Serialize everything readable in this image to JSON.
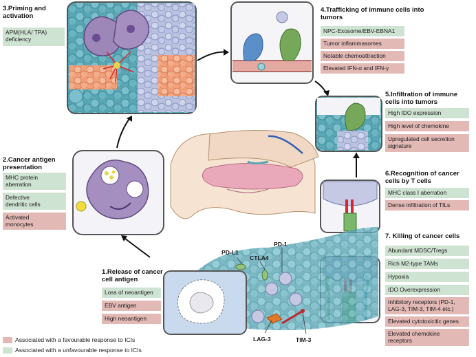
{
  "colors": {
    "favourable": "#e3b9b6",
    "unfavourable": "#cfe3d3"
  },
  "s3": {
    "title_1": "3.Priming and",
    "title_2": "activation",
    "items": [
      {
        "text": "APM(HLA/ TPA)",
        "text2": "deficiency",
        "type": "unfavourable"
      }
    ]
  },
  "s4": {
    "title_1": "4.Trafficking of immune cells into",
    "title_2": "tumors",
    "items": [
      {
        "text": "NPC-Exosome/EBV-EBNA1",
        "type": "unfavourable"
      },
      {
        "text": "Tumor inflammasomes",
        "type": "favourable"
      },
      {
        "text": "Notable chemoattraction",
        "type": "favourable"
      },
      {
        "text": "Elevated IFN-α and IFN-γ",
        "type": "favourable"
      }
    ]
  },
  "s5": {
    "title_1": "5.Infiltration of immune",
    "title_2": "cells into tumors",
    "items": [
      {
        "text": "High IDO expression",
        "type": "unfavourable"
      },
      {
        "text": "High level of chemokine",
        "type": "favourable"
      },
      {
        "text": "Upregulated cell secretion",
        "text2": "signature",
        "type": "favourable"
      }
    ]
  },
  "s2": {
    "title_1": "2.Cancer antigen",
    "title_2": "presentation",
    "items": [
      {
        "text": "MHC protein",
        "text2": "aberration",
        "type": "unfavourable"
      },
      {
        "text": "Defective",
        "text2": "dendritic cells",
        "type": "unfavourable"
      },
      {
        "text": "Activated",
        "text2": "monocytes",
        "type": "favourable"
      }
    ]
  },
  "s6": {
    "title_1": "6.Recognition of cancer",
    "title_2": "cells by T cells",
    "items": [
      {
        "text": "MHC class I aberration",
        "type": "unfavourable"
      },
      {
        "text": "Dense infiltration of TILs",
        "type": "favourable"
      }
    ]
  },
  "s7": {
    "title_1": "7. Killing of cancer cells",
    "items": [
      {
        "text": "Abundant MDSC/Tregs",
        "type": "unfavourable"
      },
      {
        "text": "Rich M2-type TAMs",
        "type": "unfavourable"
      },
      {
        "text": "Hypoxia",
        "type": "unfavourable"
      },
      {
        "text": "IDO Overexpression",
        "type": "unfavourable"
      },
      {
        "text": "Inhibitory receptors (PD-1,",
        "text2": "LAG-3, TIM-3, TIM-4 etc.)",
        "type": "favourable"
      },
      {
        "text": "Elevated cytotoxicitic genes",
        "type": "favourable"
      },
      {
        "text": "Elevated chemokine",
        "text2": "receptors",
        "type": "favourable"
      }
    ]
  },
  "s1": {
    "title_1": "1.Release of cancer",
    "title_2": "cell antigen",
    "items": [
      {
        "text": "Loss of neoantigen",
        "type": "unfavourable"
      },
      {
        "text": "EBV antigen",
        "type": "favourable"
      },
      {
        "text": "High neoantigen",
        "type": "favourable"
      }
    ]
  },
  "markers": {
    "pdl1": "PD-L1",
    "ctla4": "CTLA4",
    "pd1": "PD-1",
    "lag3": "LAG-3",
    "tim3": "TIM-3"
  },
  "legend": {
    "favourable": "Associated with a favourable response to ICIs",
    "unfavourable": "Associated with a unfavourable response to ICIs"
  }
}
